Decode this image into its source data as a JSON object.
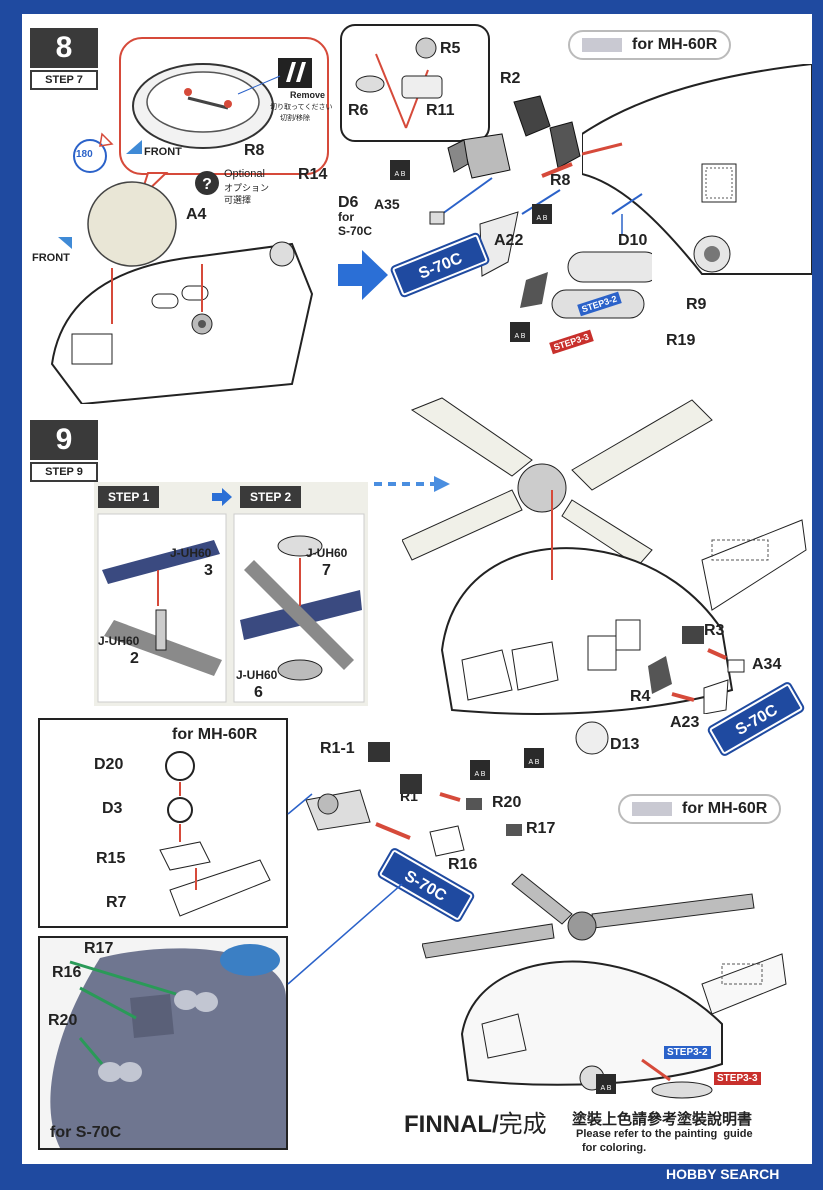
{
  "step8": {
    "number": "8",
    "label": "STEP 7",
    "front_top": "FRONT",
    "front_left": "FRONT",
    "rotate_label": "180",
    "remove_en": "Remove",
    "remove_jp": "切り取ってください",
    "remove_cn": "切割/移除",
    "optional_en": "Optional",
    "optional_jp": "オプション",
    "optional_cn": "可選擇",
    "variant": "for MH-60R",
    "s70_label": "for S-70C",
    "badge": "S-70C",
    "tag_blue": "STEP3-2",
    "tag_red": "STEP3-3",
    "parts": [
      "R8",
      "R5",
      "R6",
      "R11",
      "R2",
      "R14",
      "A4",
      "D6",
      "A35",
      "A22",
      "R8",
      "D10",
      "R9",
      "R19"
    ]
  },
  "step9": {
    "number": "9",
    "label": "STEP 9",
    "sub1": "STEP 1",
    "sub2": "STEP 2",
    "sub_parts": [
      "J-UH60",
      "3",
      "J-UH60",
      "7",
      "J-UH60",
      "2",
      "J-UH60",
      "6"
    ],
    "parts": [
      "R3",
      "A34",
      "R4",
      "A23",
      "D13",
      "R1-1",
      "R1",
      "R20",
      "R17",
      "R16"
    ],
    "badge_a": "S-70C",
    "badge_b": "S-70C",
    "variant": "for MH-60R",
    "inset_title": "for MH-60R",
    "inset_parts": [
      "D20",
      "D3",
      "R15",
      "R7"
    ],
    "detail_title": "for S-70C",
    "detail_parts": [
      "R17",
      "R16",
      "R20"
    ]
  },
  "final": {
    "title_en": "FINNAL/",
    "title_cn": "完成",
    "note_cn": "塗裝上色請參考塗裝說明書",
    "note_en": "Please refer to the painting  guide",
    "note_en2": "for coloring.",
    "tag_blue": "STEP3-2",
    "tag_red": "STEP3-3"
  },
  "watermark": "HOBBY SEARCH"
}
